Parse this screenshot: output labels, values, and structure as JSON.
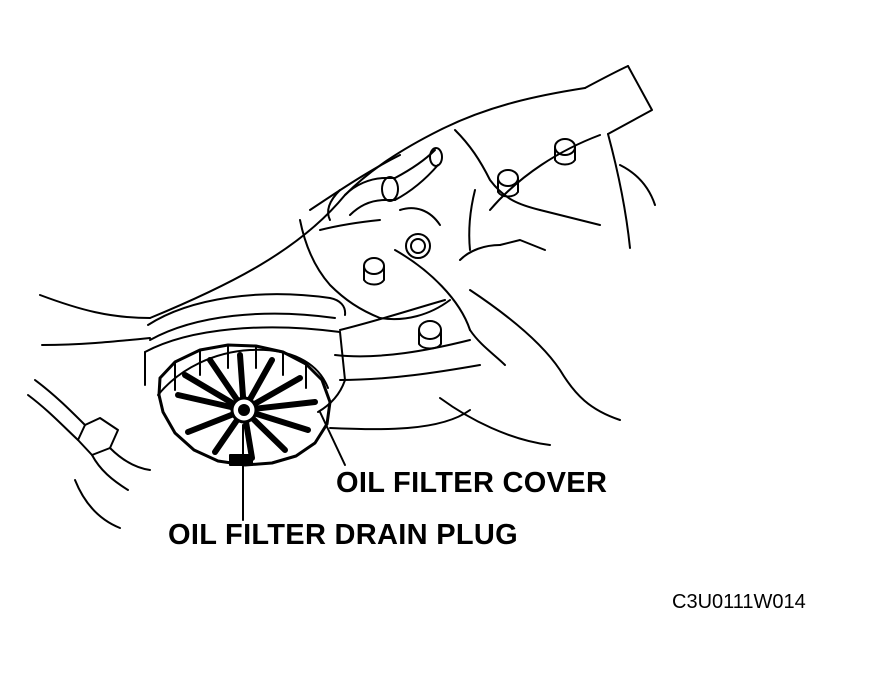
{
  "labels": {
    "oil_filter_cover": "OIL FILTER COVER",
    "oil_filter_drain_plug": "OIL FILTER DRAIN PLUG",
    "figure_code": "C3U0111W014"
  },
  "colors": {
    "line": "#000000",
    "background": "#ffffff"
  }
}
